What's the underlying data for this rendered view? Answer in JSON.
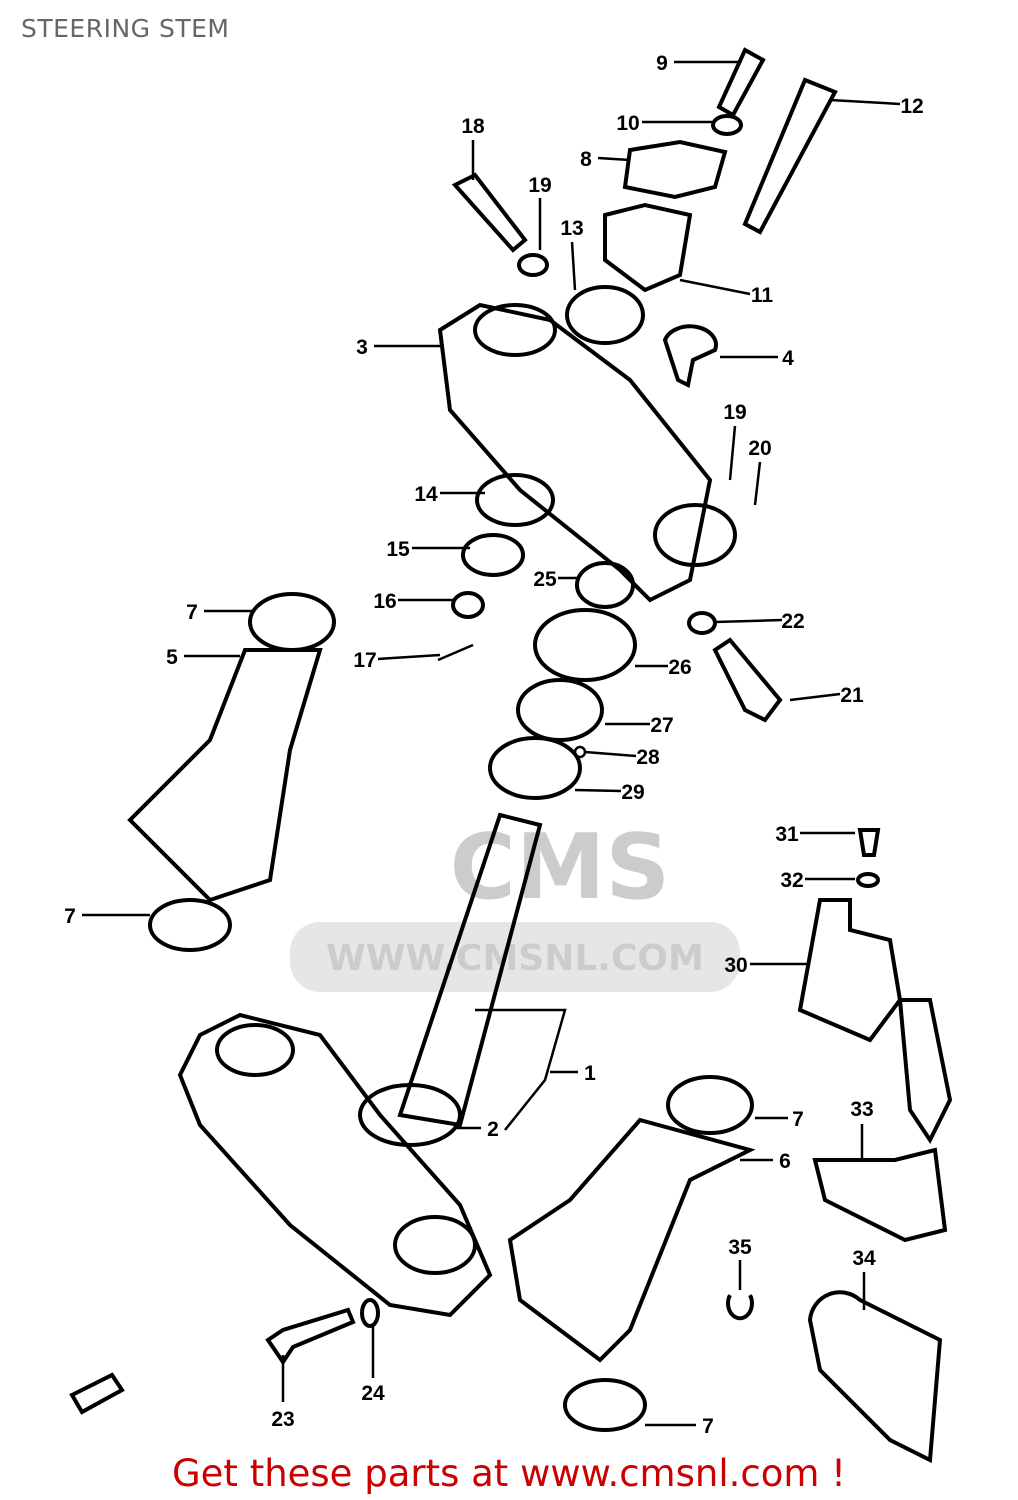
{
  "title": "STEERING STEM",
  "footer": "Get these parts at www.cmsnl.com !",
  "watermark": {
    "logo": "CMS",
    "url": "WWW.CMSNL.COM"
  },
  "part_labels": [
    "9",
    "10",
    "12",
    "18",
    "19",
    "8",
    "13",
    "11",
    "3",
    "4",
    "19",
    "20",
    "14",
    "15",
    "25",
    "16",
    "7",
    "22",
    "5",
    "17",
    "26",
    "21",
    "27",
    "28",
    "29",
    "31",
    "32",
    "7",
    "30",
    "1",
    "7",
    "2",
    "33",
    "6",
    "35",
    "34",
    "24",
    "23",
    "7"
  ],
  "colors": {
    "title": "#666666",
    "footer": "#cc0000",
    "watermark": "#cccccc"
  }
}
